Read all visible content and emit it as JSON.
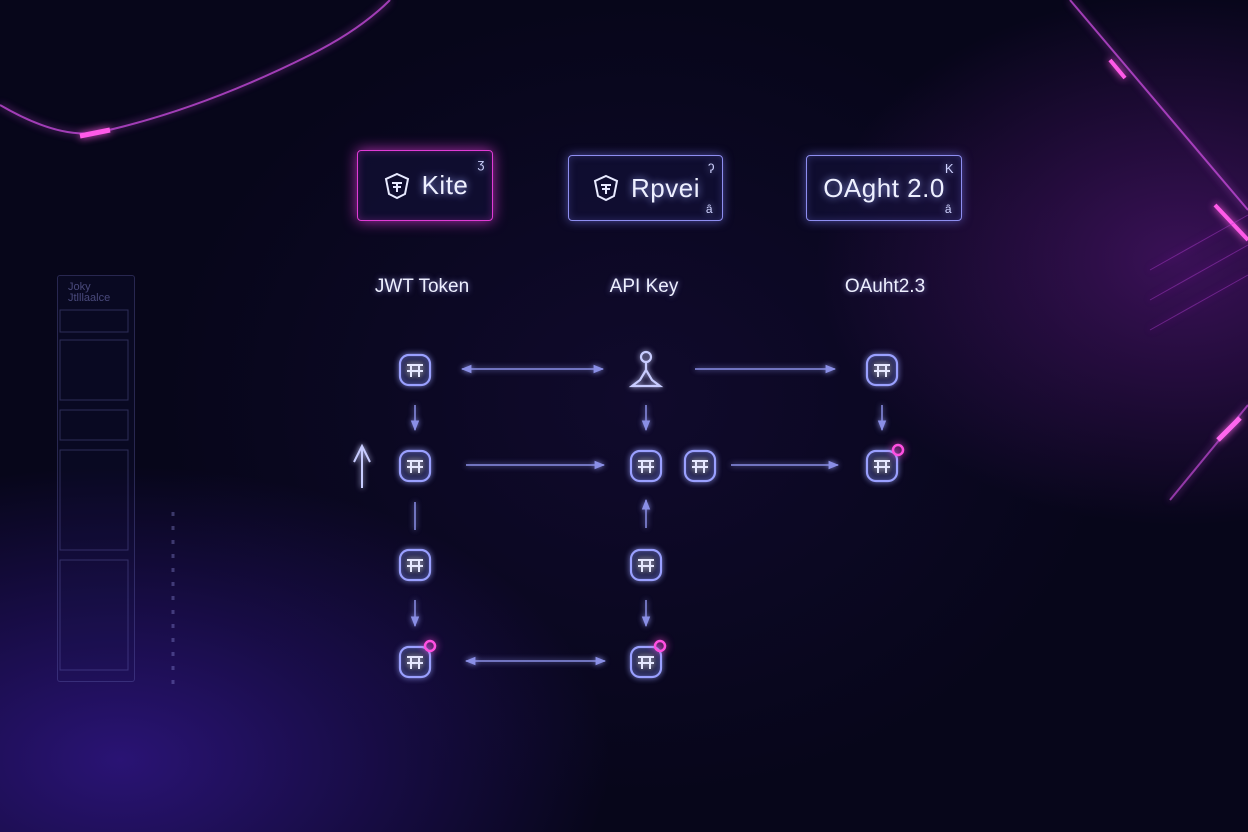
{
  "cards": [
    {
      "label": "Kite",
      "badge": "ʒ",
      "badge2": "",
      "active": true
    },
    {
      "label": "Rpvei",
      "badge": "ʔ",
      "badge2": "ȃ",
      "active": false
    },
    {
      "label": "OAght 2.0",
      "badge": "K",
      "badge2": "ȃ",
      "active": false
    }
  ],
  "columns": [
    "JWT Token",
    "API Key",
    "OAuht2.3"
  ],
  "side_panel": {
    "title_line1": "Joky",
    "title_line2": "Jtlllaalce"
  },
  "colors": {
    "accent": "#e03bd6",
    "node": "#8f93ff",
    "arrow": "#8a8fe6",
    "text": "#eef0ff"
  },
  "icons": [
    "shield-icon",
    "key-icon",
    "arrow-up-icon",
    "pink-dot-icon"
  ]
}
